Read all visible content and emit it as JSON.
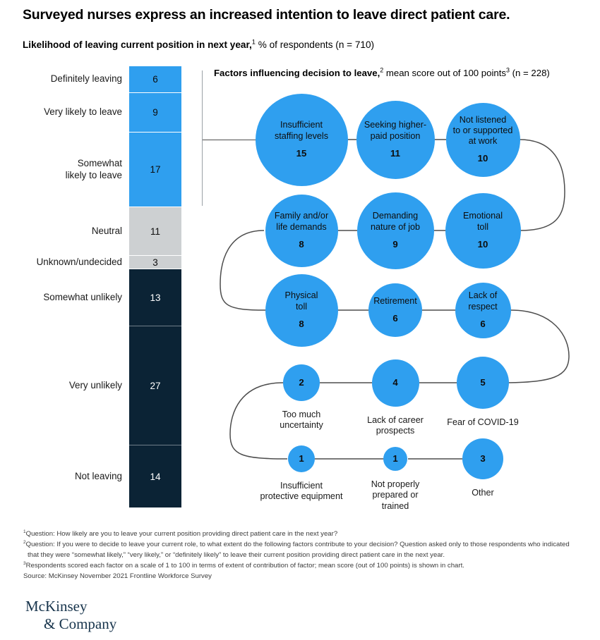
{
  "headline": "Surveyed nurses express an increased intention to leave direct patient care.",
  "subhead": {
    "bold": "Likelihood of leaving current position in next year,",
    "sup": "1",
    "rest": " % of respondents (n = 710)"
  },
  "panel_title": {
    "bold": "Factors influencing decision to leave,",
    "sup": "2",
    "rest_a": " mean score out of 100 points",
    "sup2": "3",
    "rest_b": " (n = 228)"
  },
  "chart_data": {
    "type": "bar",
    "title": "Likelihood of leaving current position in next year, % of respondents (n = 710)",
    "xlabel": "",
    "ylabel": "% of respondents",
    "orientation": "vertical-stacked",
    "categories": [
      "Definitely leaving",
      "Very likely to leave",
      "Somewhat likely to leave",
      "Neutral",
      "Unknown/undecided",
      "Somewhat unlikely",
      "Very unlikely",
      "Not leaving"
    ],
    "values": [
      6,
      9,
      17,
      11,
      3,
      13,
      27,
      14
    ],
    "colors": [
      "#2F9FEF",
      "#2F9FEF",
      "#2F9FEF",
      "#cdd0d2",
      "#cdd0d2",
      "#0b2335",
      "#0b2335",
      "#0b2335"
    ],
    "ylim": [
      0,
      100
    ],
    "grid": false,
    "legend": "none",
    "secondary": {
      "type": "bubble",
      "title": "Factors influencing decision to leave, mean score out of 100 points (n = 228)",
      "unit": "mean score out of 100 points",
      "categories": [
        "Insufficient staffing levels",
        "Seeking higher-paid position",
        "Not listened to or supported at work",
        "Family and/or life demands",
        "Demanding nature of job",
        "Emotional toll",
        "Physical toll",
        "Retirement",
        "Lack of respect",
        "Too much uncertainty",
        "Lack of career prospects",
        "Fear of COVID-19",
        "Insufficient protective equipment",
        "Not properly prepared or trained",
        "Other"
      ],
      "values": [
        15,
        11,
        10,
        8,
        9,
        10,
        8,
        6,
        6,
        2,
        4,
        5,
        1,
        1,
        3
      ]
    }
  },
  "bar": {
    "segments": [
      {
        "label": "Definitely leaving",
        "value": "6",
        "tone": "blue"
      },
      {
        "label": "Very likely to leave",
        "value": "9",
        "tone": "blue"
      },
      {
        "label": "Somewhat\nlikely to leave",
        "value": "17",
        "tone": "blue"
      },
      {
        "label": "Neutral",
        "value": "11",
        "tone": "gray"
      },
      {
        "label": "Unknown/undecided",
        "value": "3",
        "tone": "gray"
      },
      {
        "label": "Somewhat unlikely",
        "value": "13",
        "tone": "navy"
      },
      {
        "label": "Very unlikely",
        "value": "27",
        "tone": "navy"
      },
      {
        "label": "Not leaving",
        "value": "14",
        "tone": "navy"
      }
    ]
  },
  "bubbles": [
    {
      "label": "Insufficient\nstaffing levels",
      "value": "15",
      "inside": true
    },
    {
      "label": "Seeking higher-\npaid position",
      "value": "11",
      "inside": true
    },
    {
      "label": "Not listened\nto or supported\nat work",
      "value": "10",
      "inside": true
    },
    {
      "label": "Family and/or\nlife demands",
      "value": "8",
      "inside": true
    },
    {
      "label": "Demanding\nnature of job",
      "value": "9",
      "inside": true
    },
    {
      "label": "Emotional\ntoll",
      "value": "10",
      "inside": true
    },
    {
      "label": "Physical\ntoll",
      "value": "8",
      "inside": true
    },
    {
      "label": "Retirement",
      "value": "6",
      "inside": true
    },
    {
      "label": "Lack of\nrespect",
      "value": "6",
      "inside": true
    },
    {
      "label": "Too much\nuncertainty",
      "value": "2",
      "inside": false
    },
    {
      "label": "Lack of career\nprospects",
      "value": "4",
      "inside": false
    },
    {
      "label": "Fear of COVID-19",
      "value": "5",
      "inside": false
    },
    {
      "label": "Insufficient\nprotective equipment",
      "value": "1",
      "inside": false
    },
    {
      "label": "Not properly\nprepared or\ntrained",
      "value": "1",
      "inside": false
    },
    {
      "label": "Other",
      "value": "3",
      "inside": false
    }
  ],
  "footnotes": {
    "f1_sup": "1",
    "f1": "Question: How likely are you to leave your current position providing direct patient care in the next year?",
    "f2_sup": "2",
    "f2": "Question: If you were to decide to leave your current role, to what extent do the following factors contribute to your decision? Question asked only to those respondents who indicated that they were “somewhat likely,” “very likely,” or “definitely likely” to leave their current position providing direct patient care in the next year.",
    "f3_sup": "3",
    "f3": "Respondents scored each factor on a scale of 1 to 100 in terms of extent of contribution of factor; mean score (out of 100 points) is shown in chart.",
    "source": "Source: McKinsey November 2021 Frontline Workforce Survey"
  },
  "logo": {
    "line1": "McKinsey",
    "line2": "& Company"
  },
  "colors": {
    "blue": "#2F9FEF",
    "gray": "#cdd0d2",
    "navy": "#0b2335",
    "link": "#4d4d4d"
  }
}
